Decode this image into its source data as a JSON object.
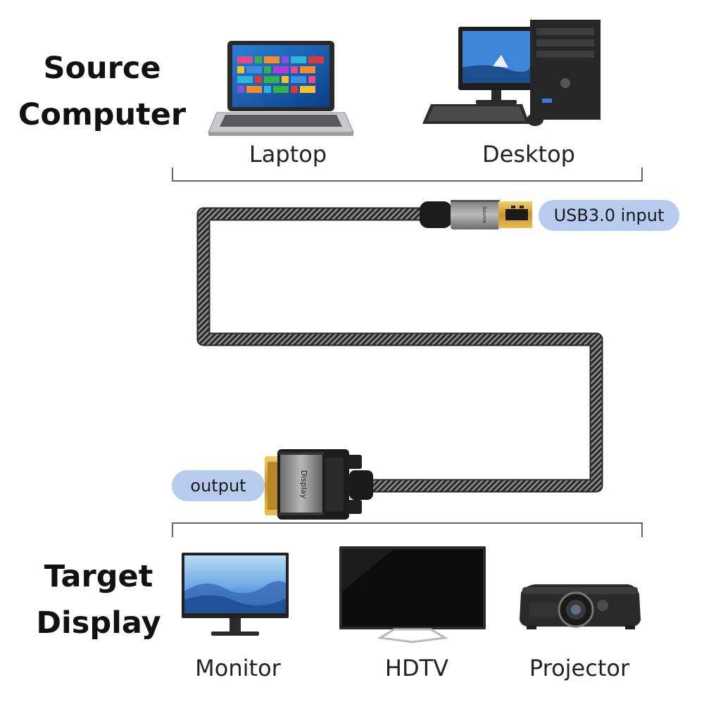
{
  "source": {
    "heading_line1": "Source",
    "heading_line2": "Computer",
    "devices": [
      {
        "label": "Laptop",
        "icon": "laptop-icon"
      },
      {
        "label": "Desktop",
        "icon": "desktop-computer-icon"
      }
    ]
  },
  "cable": {
    "input_label": "USB3.0 input",
    "output_label": "output",
    "usb_plug_text": "Source",
    "vga_plug_text": "Display",
    "pill_color": "#b6cbee",
    "braid_color": "#3a3a3a",
    "plug_gold": "#d4a63a"
  },
  "target": {
    "heading_line1": "Target",
    "heading_line2": "Display",
    "devices": [
      {
        "label": "Monitor",
        "icon": "monitor-icon"
      },
      {
        "label": "HDTV",
        "icon": "hdtv-icon"
      },
      {
        "label": "Projector",
        "icon": "projector-icon"
      }
    ]
  }
}
